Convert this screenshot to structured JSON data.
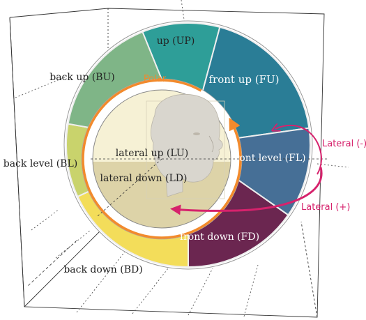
{
  "segments": [
    {
      "id": "UP",
      "label": "up (UP)",
      "color": "#2e9e98"
    },
    {
      "id": "FU",
      "label": "front up (FU)",
      "color": "#2a7d96"
    },
    {
      "id": "FL",
      "label": "front level (FL)",
      "color": "#466f96"
    },
    {
      "id": "FD",
      "label": "front down (FD)",
      "color": "#6b2650"
    },
    {
      "id": "BD",
      "label": "back down (BD)",
      "color": "#f3dd5a"
    },
    {
      "id": "BL",
      "label": "back level (BL)",
      "color": "#c9d36c"
    },
    {
      "id": "BU",
      "label": "back up (BU)",
      "color": "#7fb587"
    }
  ],
  "inner": {
    "lu_label": "lateral up (LU)",
    "ld_label": "lateral down (LD)",
    "upper_color": "#f6f1d5",
    "lower_color": "#ddd3a8"
  },
  "arrows": {
    "polar_label": "Polar",
    "polar_color": "#f28a2c",
    "lateral_neg_label": "Lateral (-)",
    "lateral_pos_label": "Lateral (+)",
    "lateral_color": "#d6226c"
  }
}
